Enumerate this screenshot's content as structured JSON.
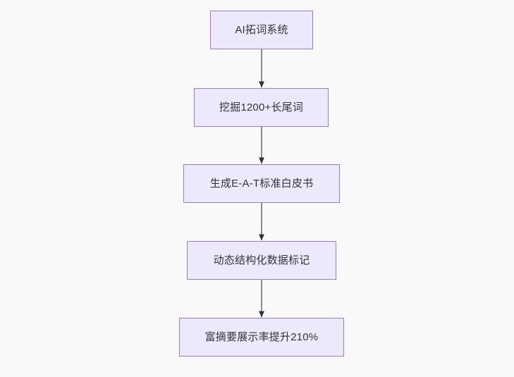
{
  "diagram": {
    "type": "flowchart",
    "direction": "top-to-bottom",
    "background_color": "#f9f9f9",
    "node_fill_color": "#ebe9fb",
    "node_border_color": "#9a7ad4",
    "node_text_color": "#333338",
    "edge_color": "#78787a",
    "arrowhead_color": "#333333",
    "nodes": [
      {
        "id": "n1",
        "label": "AI拓词系统"
      },
      {
        "id": "n2",
        "label": "挖掘1200+长尾词"
      },
      {
        "id": "n3",
        "label": "生成E-A-T标准白皮书"
      },
      {
        "id": "n4",
        "label": "动态结构化数据标记"
      },
      {
        "id": "n5",
        "label": "富摘要展示率提升210%"
      }
    ],
    "edges": [
      {
        "from": "n1",
        "to": "n2",
        "label": ""
      },
      {
        "from": "n2",
        "to": "n3",
        "label": ""
      },
      {
        "from": "n3",
        "to": "n4",
        "label": ""
      },
      {
        "from": "n4",
        "to": "n5",
        "label": ""
      }
    ]
  }
}
